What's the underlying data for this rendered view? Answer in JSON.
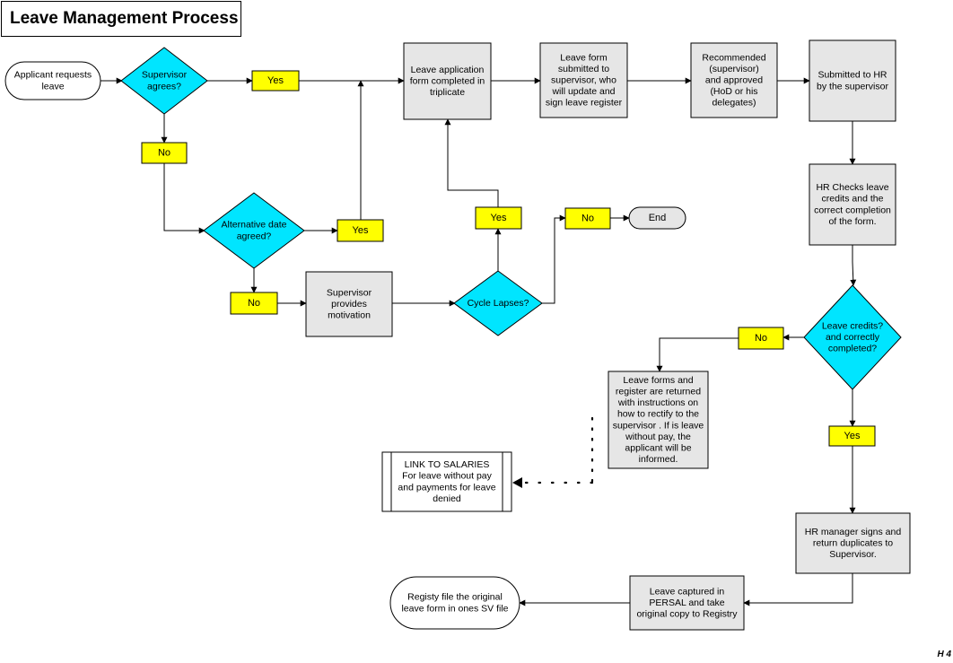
{
  "title": "Leave Management Process",
  "page_code": "H 4",
  "colors": {
    "decision": "#00e5ff",
    "label": "#ffff00",
    "process": "#e6e6e6",
    "terminal": "#ffffff",
    "end": "#e6e6e6",
    "stroke": "#000000"
  },
  "nodes": {
    "start": [
      "Applicant requests",
      "leave"
    ],
    "supervisor_agrees": [
      "Supervisor",
      "agrees?"
    ],
    "yes_1": [
      "Yes"
    ],
    "no_1": [
      "No"
    ],
    "alternative_date": [
      "Alternative date",
      "agreed?"
    ],
    "yes_2": [
      "Yes"
    ],
    "no_2": [
      "No"
    ],
    "supervisor_motivation": [
      "Supervisor",
      "provides",
      "motivation"
    ],
    "cycle_lapses": [
      "Cycle Lapses?"
    ],
    "yes_3": [
      "Yes"
    ],
    "no_3": [
      "No"
    ],
    "end": [
      "End"
    ],
    "application_form": [
      "Leave application",
      "form completed in",
      "triplicate"
    ],
    "form_submitted": [
      "Leave form",
      "submitted to",
      "supervisor, who",
      "will update and",
      "sign leave register"
    ],
    "recommended": [
      "Recommended",
      "(supervisor)",
      "and approved",
      "(HoD or his",
      "delegates)"
    ],
    "submitted_hr": [
      "Submitted to HR",
      "by the supervisor"
    ],
    "hr_checks": [
      "HR Checks leave",
      "credits and the",
      "correct completion",
      "of the form."
    ],
    "leave_credits": [
      "Leave credits?",
      "and correctly",
      "completed?"
    ],
    "no_4": [
      "No"
    ],
    "forms_returned": [
      "Leave forms and",
      "register are returned",
      "with instructions on",
      "how to rectify to the",
      "supervisor . If is leave",
      "without pay, the",
      "applicant will be",
      "informed."
    ],
    "link_salaries": [
      "LINK TO SALARIES",
      "For leave without pay",
      "and payments for leave",
      "denied"
    ],
    "yes_4": [
      "Yes"
    ],
    "hr_manager": [
      "HR manager signs and",
      "return duplicates to",
      "Supervisor."
    ],
    "leave_captured": [
      "Leave captured in",
      "PERSAL and take",
      "original copy to Registry"
    ],
    "registry_file": [
      "Registy file the original",
      "leave form in ones SV file"
    ]
  }
}
